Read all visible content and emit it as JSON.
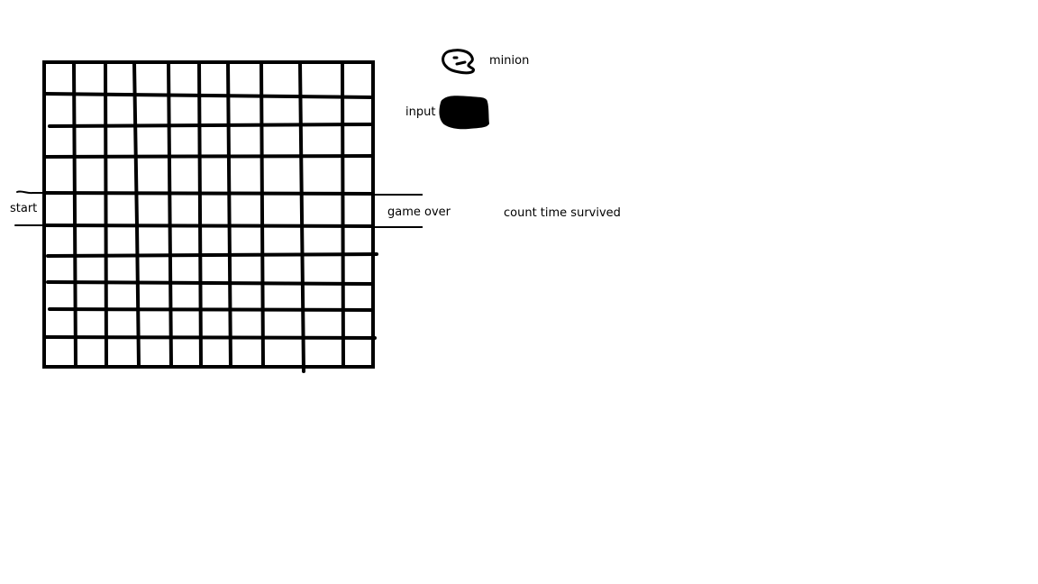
{
  "labels": {
    "start": "start",
    "game_over": "game over",
    "count_time_survived": "count time survived",
    "minion": "minion",
    "input": "input"
  },
  "grid": {
    "columns": 10,
    "rows": 10
  },
  "colors": {
    "ink": "#000000",
    "paper": "#ffffff"
  },
  "icons": {
    "minion": "minion-face-icon",
    "input": "input-blob-icon"
  }
}
